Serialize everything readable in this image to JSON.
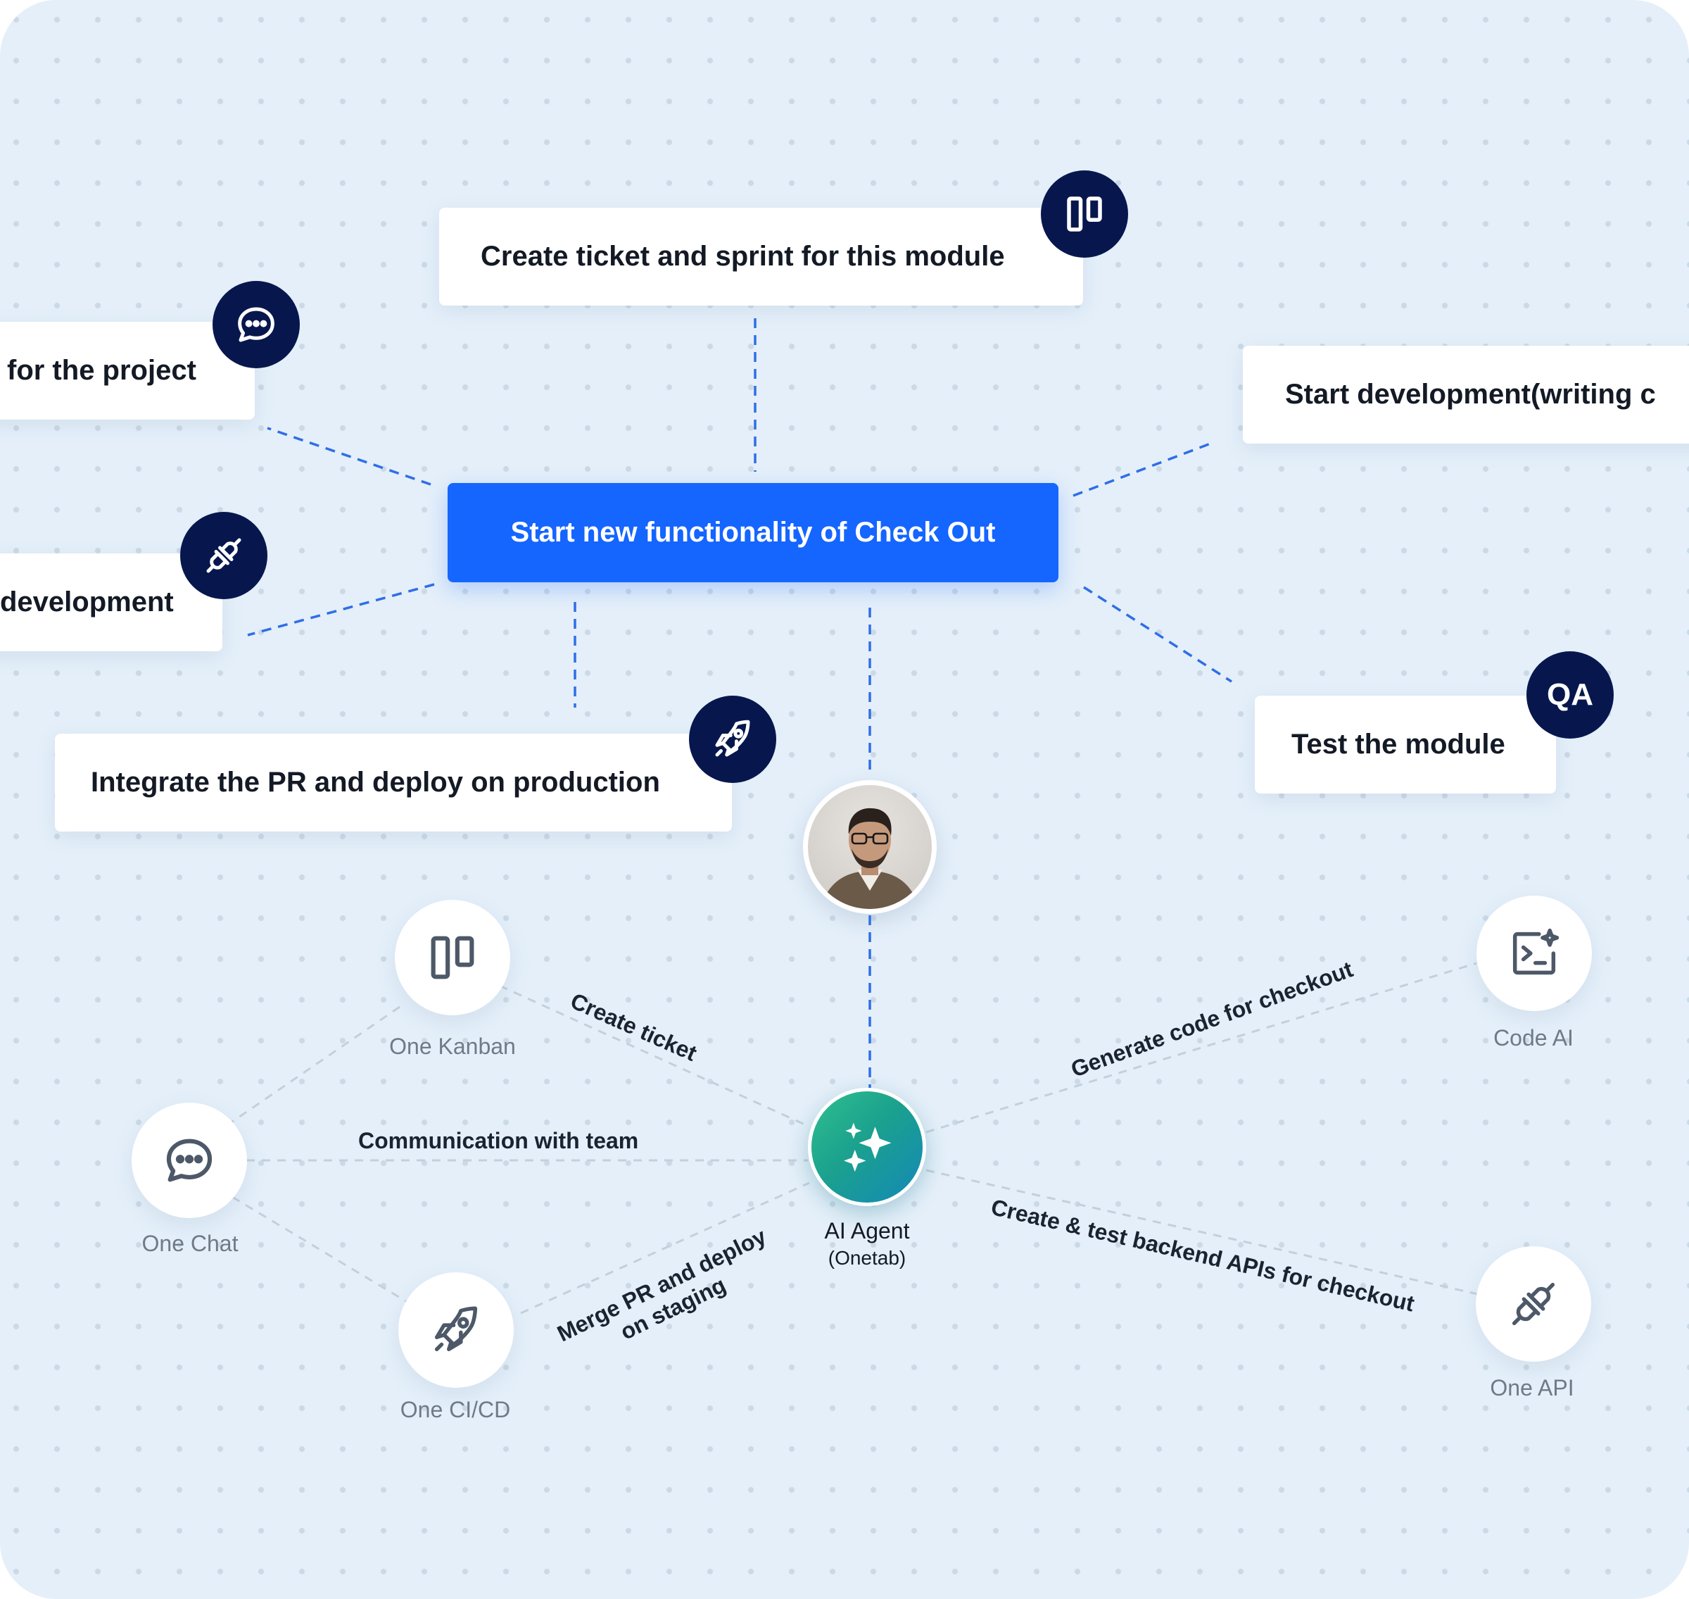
{
  "diagram": {
    "center_task": "Start new functionality of Check Out",
    "tasks": [
      {
        "label": "Create ticket and sprint for this module",
        "badge_icon": "kanban-icon"
      },
      {
        "label": "Start development(writing c"
      },
      {
        "label": "Test the module",
        "badge_text": "QA"
      },
      {
        "label": "Integrate the PR and deploy on production",
        "badge_icon": "rocket-icon"
      },
      {
        "label": "development",
        "badge_icon": "plug-icon"
      },
      {
        "label": "for the project",
        "badge_icon": "chat-icon"
      }
    ],
    "agent": {
      "name": "AI Agent",
      "subtitle": "(Onetab)"
    },
    "tools": [
      {
        "label": "One Kanban",
        "icon": "kanban-icon",
        "edge": "Create ticket"
      },
      {
        "label": "One Chat",
        "icon": "chat-icon",
        "edge": "Communication with team"
      },
      {
        "label": "One CI/CD",
        "icon": "rocket-icon",
        "edge_line1": "Merge PR and deploy",
        "edge_line2": "on staging"
      },
      {
        "label": "Code AI",
        "icon": "code-ai-icon",
        "edge": "Generate code for checkout"
      },
      {
        "label": "One API",
        "icon": "plug-icon",
        "edge": "Create & test backend APIs for checkout"
      }
    ],
    "colors": {
      "background": "#e4eff9",
      "primary": "#1565ff",
      "badge": "#07174e",
      "connector": "#2f6ee6"
    }
  }
}
